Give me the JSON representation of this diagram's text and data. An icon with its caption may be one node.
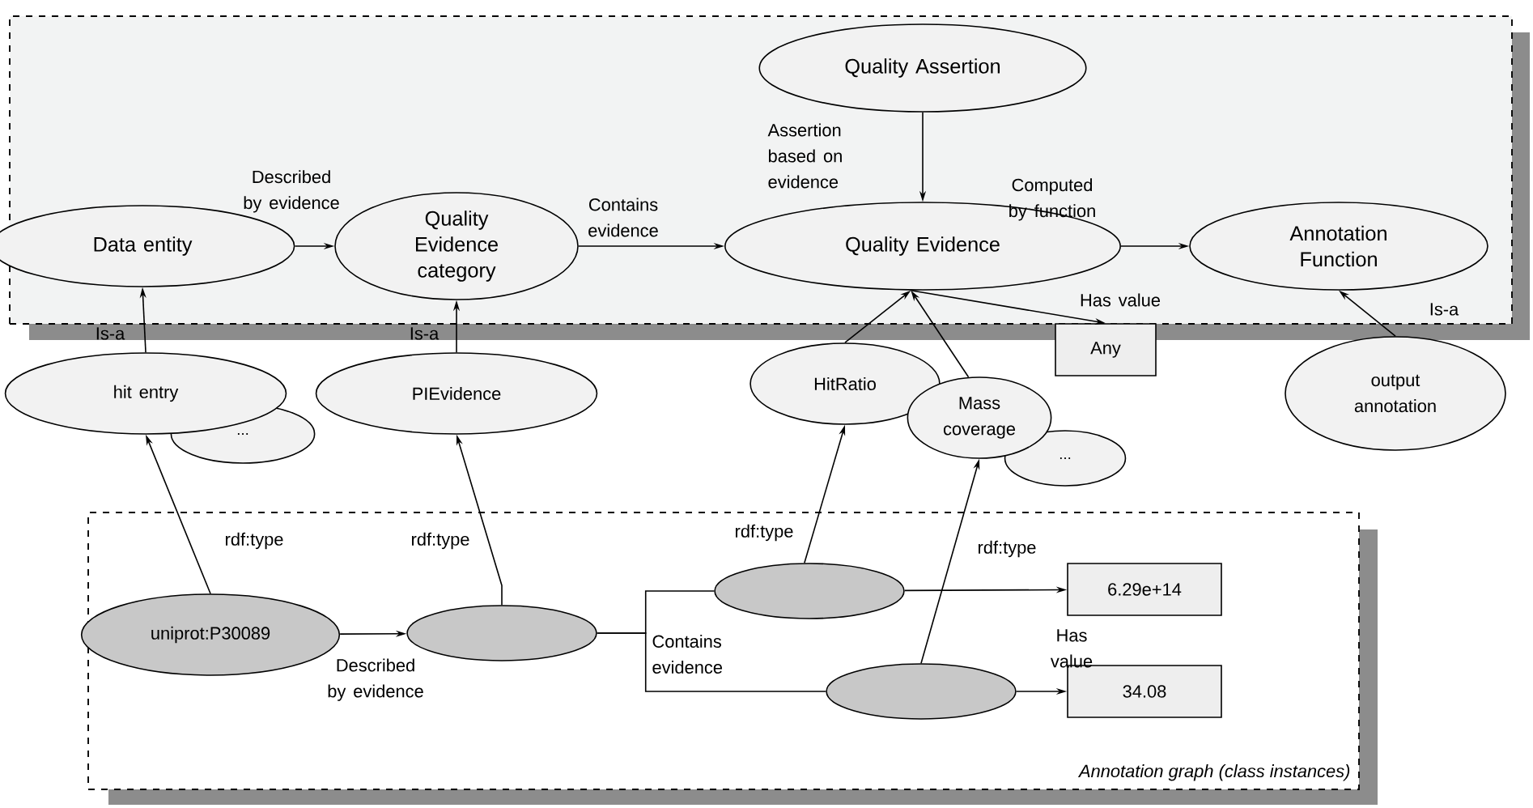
{
  "diagram": {
    "nodes": [
      {
        "text": [],
        "shape": "box"
      },
      {
        "text": [
          "Quality Assertion"
        ],
        "in": 0
      },
      {
        "text": [
          "Data entity"
        ],
        "in": 0
      },
      {
        "text": [
          "Quality Evidence category"
        ],
        "in": 0
      },
      {
        "text": [
          "Quality Evidence"
        ],
        "in": 0
      },
      {
        "text": [
          "Annotation Function"
        ],
        "in": 0
      },
      {
        "text": [
          "Any"
        ]
      },
      {
        "text": [
          "hit entry"
        ]
      },
      {
        "text": [
          "..."
        ]
      },
      {
        "text": [
          "PIEvidence"
        ]
      },
      {
        "text": [
          "HitRatio"
        ]
      },
      {
        "text": [
          "Mass coverage"
        ]
      },
      {
        "text": [
          "..."
        ]
      },
      {
        "text": [
          "output annotation"
        ]
      },
      {
        "text": [
          "Annotation graph (class instances)"
        ]
      },
      {
        "text": [
          "uniprot:P30089"
        ],
        "in": 14
      },
      {
        "text": [],
        "shape": "ellipse",
        "in": 14
      },
      {
        "text": [],
        "shape": "ellipse",
        "in": 14
      },
      {
        "text": [],
        "shape": "ellipse",
        "in": 14
      },
      {
        "text": [
          "6.29e+14"
        ],
        "in": 14
      },
      {
        "text": [
          "34.08"
        ],
        "in": 14
      }
    ],
    "edges": [
      {
        "from": 2,
        "to": 3,
        "arrow": "to",
        "label": "Described by evidence"
      },
      {
        "from": 3,
        "to": 4,
        "arrow": "to",
        "label": "Contains evidence"
      },
      {
        "from": 1,
        "to": 4,
        "arrow": "to",
        "label": "Assertion based on evidence"
      },
      {
        "from": 4,
        "to": 5,
        "arrow": "to",
        "label": "Computed by function"
      },
      {
        "from": 4,
        "to": 6,
        "arrow": "to",
        "label": "Has value"
      },
      {
        "from": 7,
        "to": 2,
        "arrow": "to",
        "label": "Is-a"
      },
      {
        "from": 9,
        "to": 3,
        "arrow": "to",
        "label": "Is-a"
      },
      {
        "from": 10,
        "to": 4,
        "arrow": "to"
      },
      {
        "from": 11,
        "to": 4,
        "arrow": "to"
      },
      {
        "from": 13,
        "to": 5,
        "arrow": "to",
        "label": "Is-a"
      },
      {
        "from": 15,
        "to": 7,
        "arrow": "to",
        "label": "rdf:type"
      },
      {
        "from": 16,
        "to": 9,
        "arrow": "to",
        "label": "rdf:type"
      },
      {
        "from": 17,
        "to": 10,
        "arrow": "to",
        "label": "rdf:type"
      },
      {
        "from": 18,
        "to": 11,
        "arrow": "to",
        "label": "rdf:type"
      },
      {
        "from": 15,
        "to": 16,
        "arrow": "to",
        "label": "Described by evidence"
      },
      {
        "from": 16,
        "to": 17,
        "arrow": "none",
        "label": "Contains evidence"
      },
      {
        "from": 16,
        "to": 18,
        "arrow": "none"
      },
      {
        "from": 17,
        "to": 19,
        "arrow": "to"
      },
      {
        "from": 18,
        "to": 20,
        "arrow": "to",
        "label": "Has value"
      }
    ]
  }
}
